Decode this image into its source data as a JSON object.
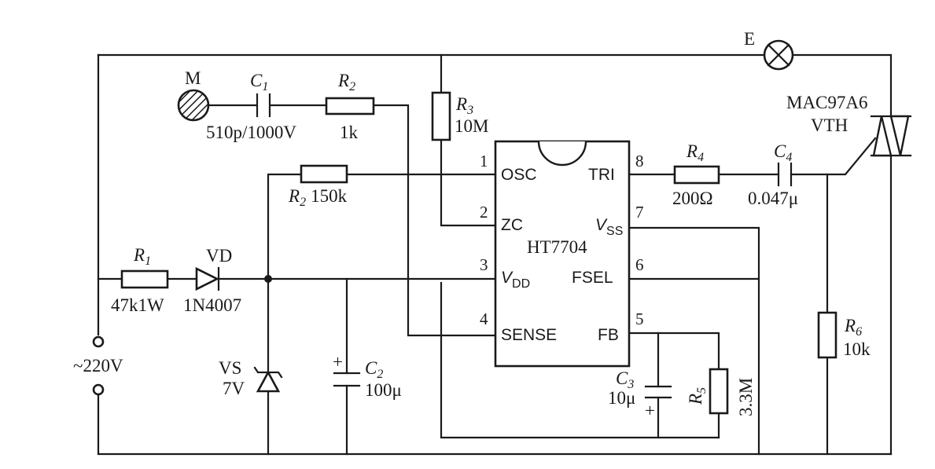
{
  "mains": {
    "label": "~220V"
  },
  "ic": {
    "name": "HT7704",
    "pins": {
      "p1": {
        "num": "1",
        "name": "OSC"
      },
      "p2": {
        "num": "2",
        "name": "ZC"
      },
      "p3": {
        "num": "3",
        "name_main": "V",
        "name_sub": "DD"
      },
      "p4": {
        "num": "4",
        "name": "SENSE"
      },
      "p5": {
        "num": "5",
        "name": "FB"
      },
      "p6": {
        "num": "6",
        "name": "FSEL"
      },
      "p7": {
        "num": "7",
        "name_main": "V",
        "name_sub": "SS"
      },
      "p8": {
        "num": "8",
        "name": "TRI"
      }
    }
  },
  "components": {
    "M": {
      "label": "M"
    },
    "C1": {
      "ref": "C",
      "sub": "1",
      "value": "510p/1000V"
    },
    "R2_top": {
      "ref": "R",
      "sub": "2",
      "value": "1k"
    },
    "R3": {
      "ref": "R",
      "sub": "3",
      "value": "10M"
    },
    "R2_mid": {
      "ref": "R",
      "sub": "2",
      "value": "150k"
    },
    "R1": {
      "ref": "R",
      "sub": "1",
      "value": "47k1W"
    },
    "VD": {
      "ref": "VD",
      "value": "1N4007"
    },
    "VS": {
      "ref": "VS",
      "value": "7V"
    },
    "C2": {
      "ref": "C",
      "sub": "2",
      "value": "100μ",
      "polarity": "+"
    },
    "C3": {
      "ref": "C",
      "sub": "3",
      "value": "10μ",
      "polarity": "+"
    },
    "R5": {
      "ref": "R",
      "sub": "5",
      "value": "3.3M"
    },
    "R4": {
      "ref": "R",
      "sub": "4",
      "value": "200Ω"
    },
    "C4": {
      "ref": "C",
      "sub": "4",
      "value": "0.047μ"
    },
    "R6": {
      "ref": "R",
      "sub": "6",
      "value": "10k"
    },
    "E": {
      "label": "E"
    },
    "VTH": {
      "part": "MAC97A6",
      "ref": "VTH"
    }
  }
}
